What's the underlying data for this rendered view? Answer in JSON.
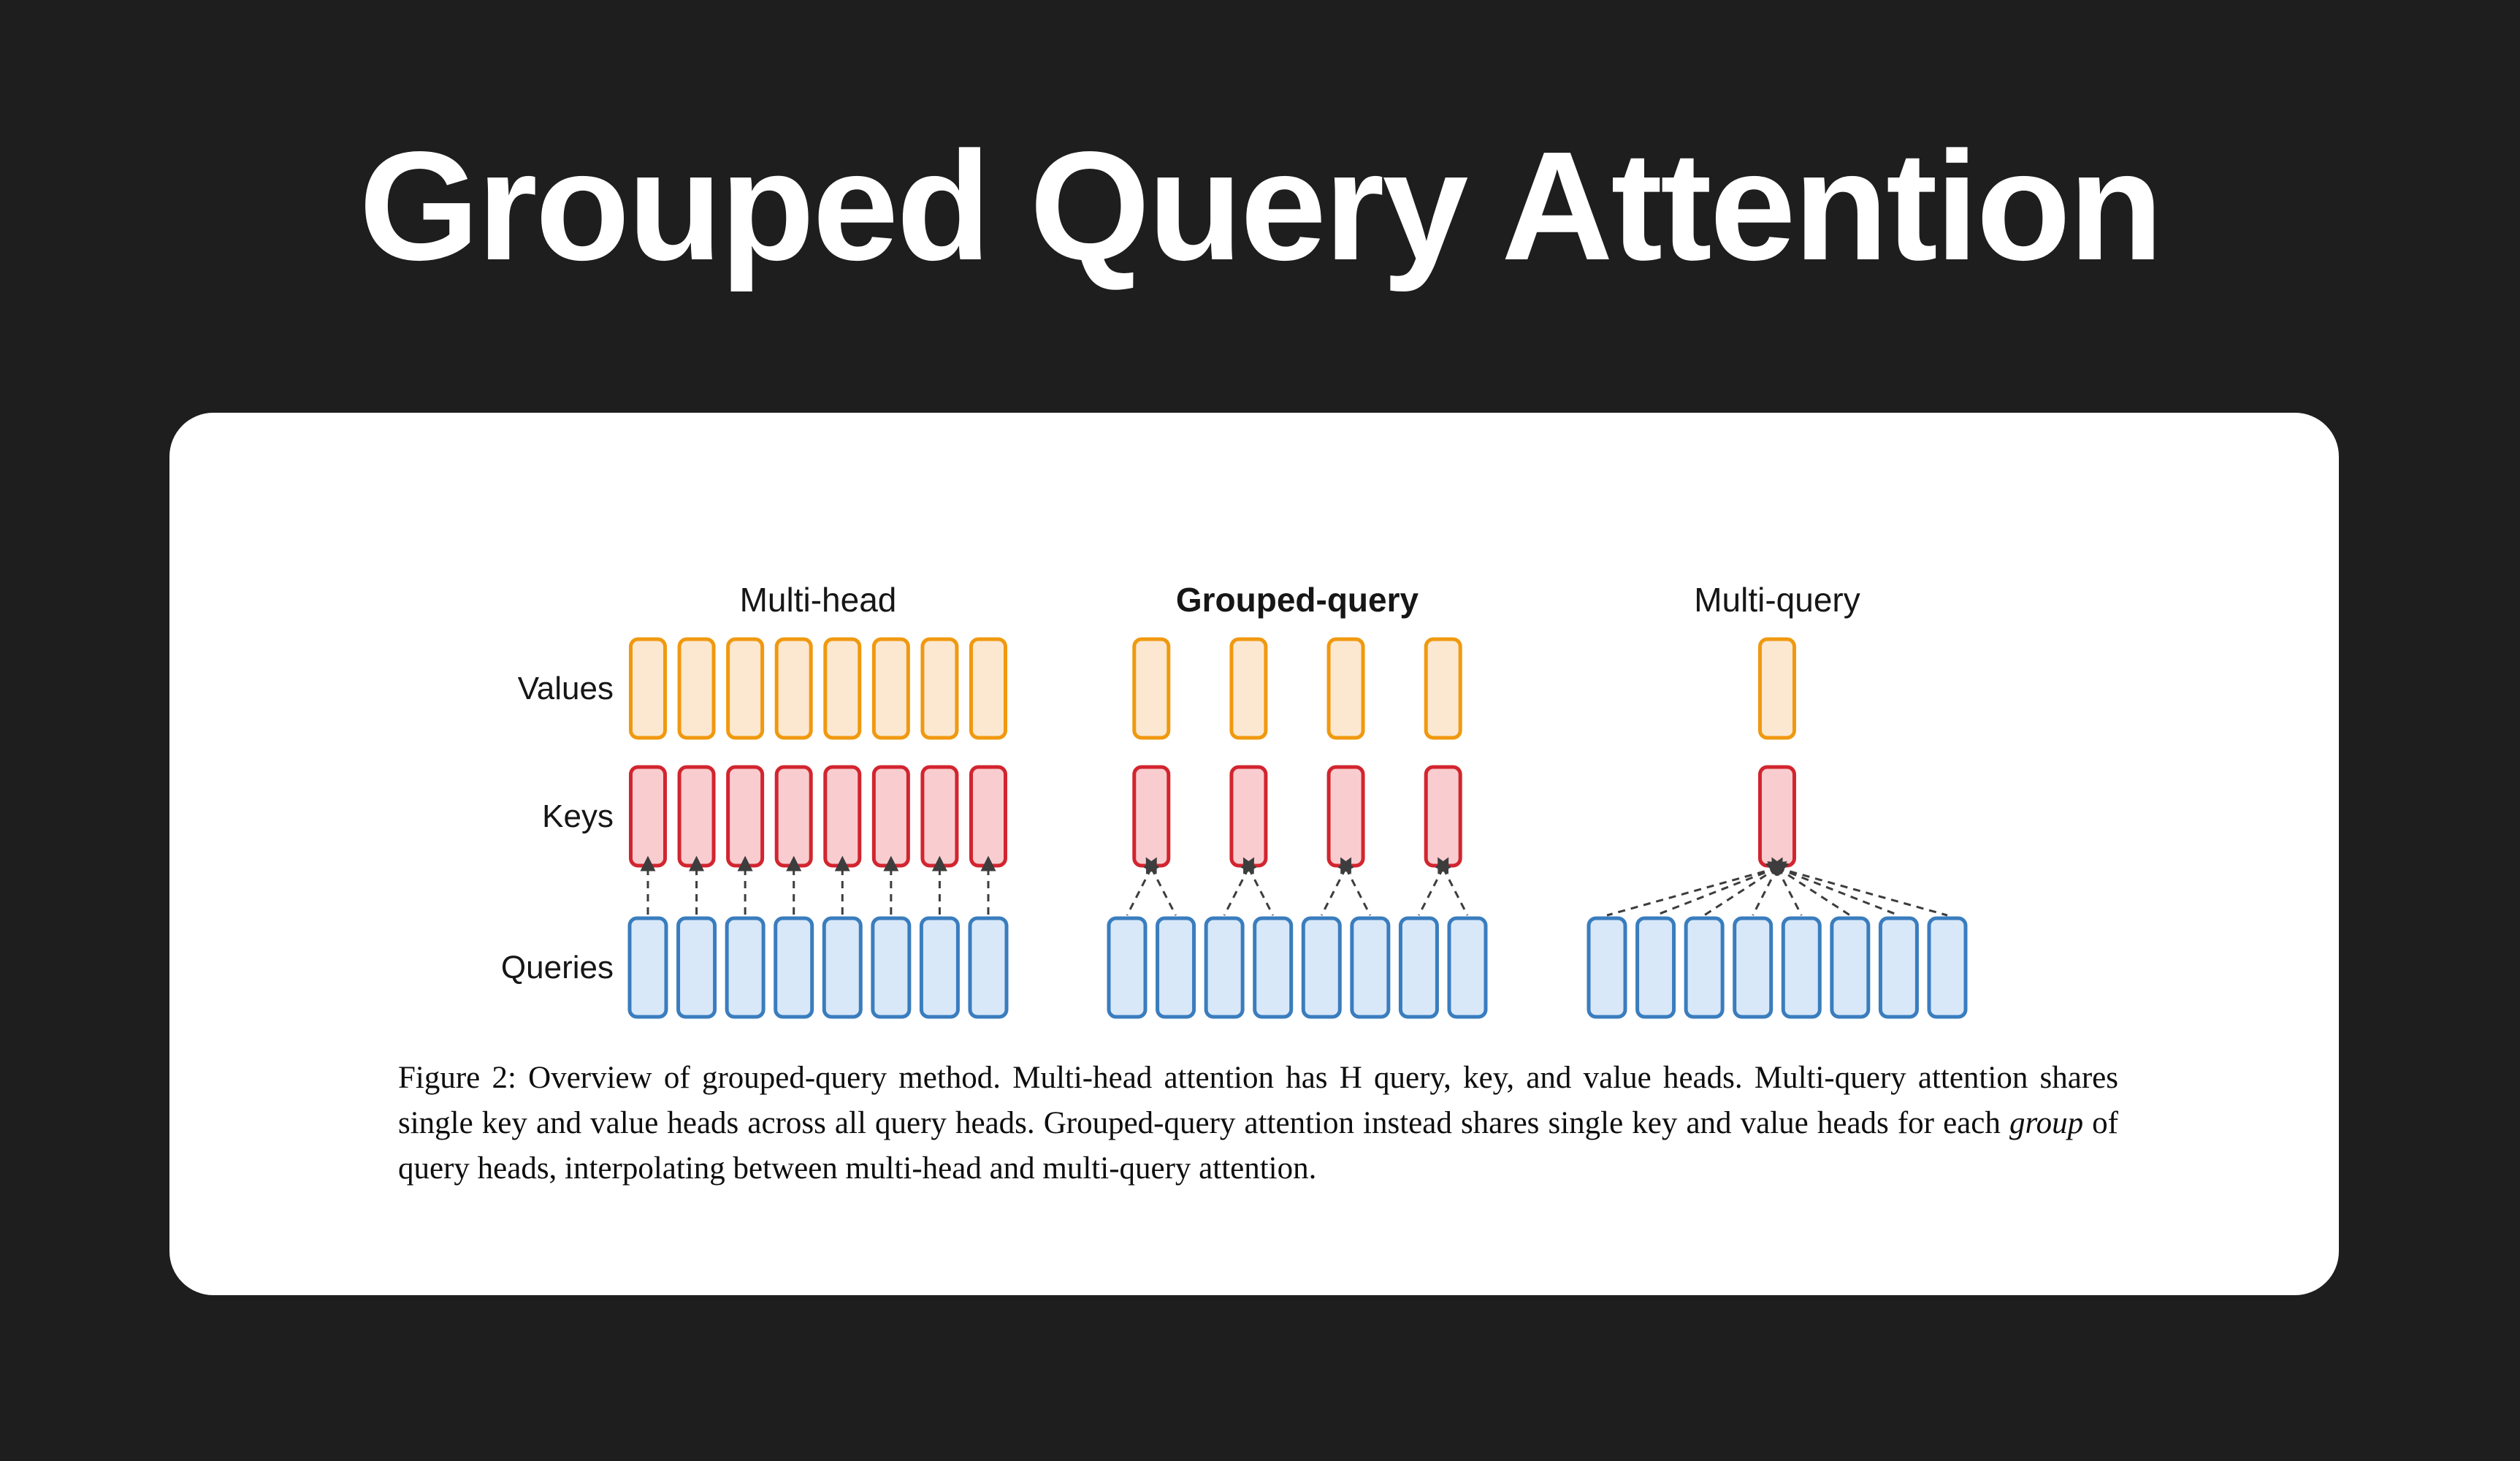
{
  "page": {
    "title": "Grouped Query Attention",
    "background": "#1E1E1E",
    "card_background": "#FFFFFF",
    "title_color": "#FFFFFF"
  },
  "figure": {
    "panels": [
      {
        "label": "Multi-head",
        "bold": false,
        "query_heads": 8,
        "kv_heads": 8
      },
      {
        "label": "Grouped-query",
        "bold": true,
        "query_heads": 8,
        "kv_heads": 4
      },
      {
        "label": "Multi-query",
        "bold": false,
        "query_heads": 8,
        "kv_heads": 1
      }
    ],
    "row_labels": [
      "Values",
      "Keys",
      "Queries"
    ],
    "colors": {
      "values_fill": "#FCE8D1",
      "values_stroke": "#F0990F",
      "keys_fill": "#F9CDD0",
      "keys_stroke": "#D2252F",
      "queries_fill": "#D8E8F9",
      "queries_stroke": "#3A7DBE",
      "connector": "#3D3D3D",
      "text": "#161616"
    },
    "caption": {
      "part1": "Figure 2: Overview of grouped-query method. Multi-head attention has H query, key, and value heads. Multi-query attention shares single key and value heads across all query heads. Grouped-query attention instead shares single key and value heads for each ",
      "italic": "group",
      "part2": " of query heads, interpolating between multi-head and multi-query attention."
    }
  }
}
